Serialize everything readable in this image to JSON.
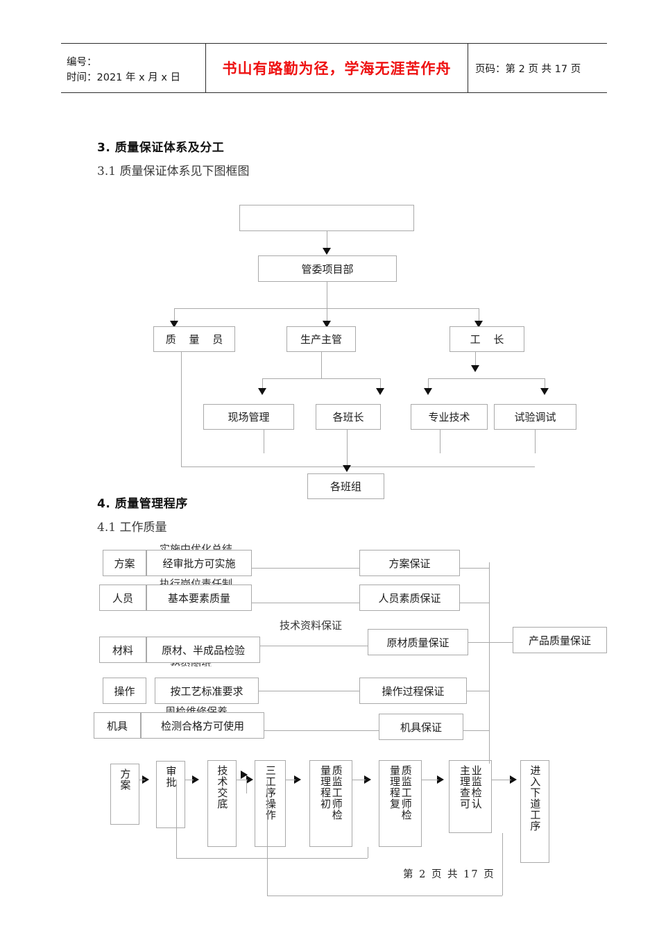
{
  "header": {
    "number_label": "编号：",
    "time_label": "时间：2021 年 x 月 x 日",
    "motto": "书山有路勤为径，学海无涯苦作舟",
    "page_label": "页码：第 2 页  共 17 页"
  },
  "sections": {
    "s3_title": "3. 质量保证体系及分工",
    "s3_sub": "3.1 质量保证体系见下图框图",
    "s4_title": "4. 质量管理程序",
    "s4_sub": "4.1 工作质量"
  },
  "org_chart": {
    "top_box": "",
    "level1": "管委项目部",
    "level2": [
      {
        "label": "质  量  员"
      },
      {
        "label": "生产主管"
      },
      {
        "label": "工   长"
      }
    ],
    "level3": [
      {
        "label": "现场管理"
      },
      {
        "label": "各班长"
      },
      {
        "label": "专业技术"
      },
      {
        "label": "试验调试"
      }
    ],
    "level4": "各班组"
  },
  "quality_matrix": {
    "rows": [
      {
        "key": "方案",
        "requirement": "经审批方可实施",
        "note": "实施中优化总结",
        "guarantee": "方案保证"
      },
      {
        "key": "人员",
        "requirement": "基本要素质量",
        "note": "执行岗位责任制",
        "guarantee": "人员素质保证"
      },
      {
        "key": "材料",
        "requirement": "原材、半成品检验",
        "note": "熟悉图纸",
        "guarantee": "原材质量保证"
      },
      {
        "key": "操作",
        "requirement": "按工艺标准要求",
        "note": "周检维修保养",
        "guarantee": "操作过程保证"
      },
      {
        "key": "机具",
        "requirement": "检测合格方可使用",
        "note": "",
        "guarantee": "机具保证"
      }
    ],
    "mid_label": "技术资料保证",
    "final": "产品质量保证"
  },
  "process_flow": {
    "steps": [
      {
        "col1": "方案",
        "col2": ""
      },
      {
        "col1": "审批",
        "col2": ""
      },
      {
        "col1": "技术交底",
        "col2": ""
      },
      {
        "col1": "三工序操作",
        "col2": ""
      },
      {
        "col1": "质监工师检",
        "col2": "量理程初"
      },
      {
        "col1": "质监工师检",
        "col2": "量理程复"
      },
      {
        "col1": "业监检认",
        "col2": "主理查可"
      },
      {
        "col1": "进入下道工序",
        "col2": ""
      }
    ]
  },
  "footer": {
    "text": "第 2 页  共 17 页"
  },
  "colors": {
    "motto_red": "#ee1111",
    "line_gray": "#a9a9a9",
    "text_dark": "#1c1c1c"
  }
}
